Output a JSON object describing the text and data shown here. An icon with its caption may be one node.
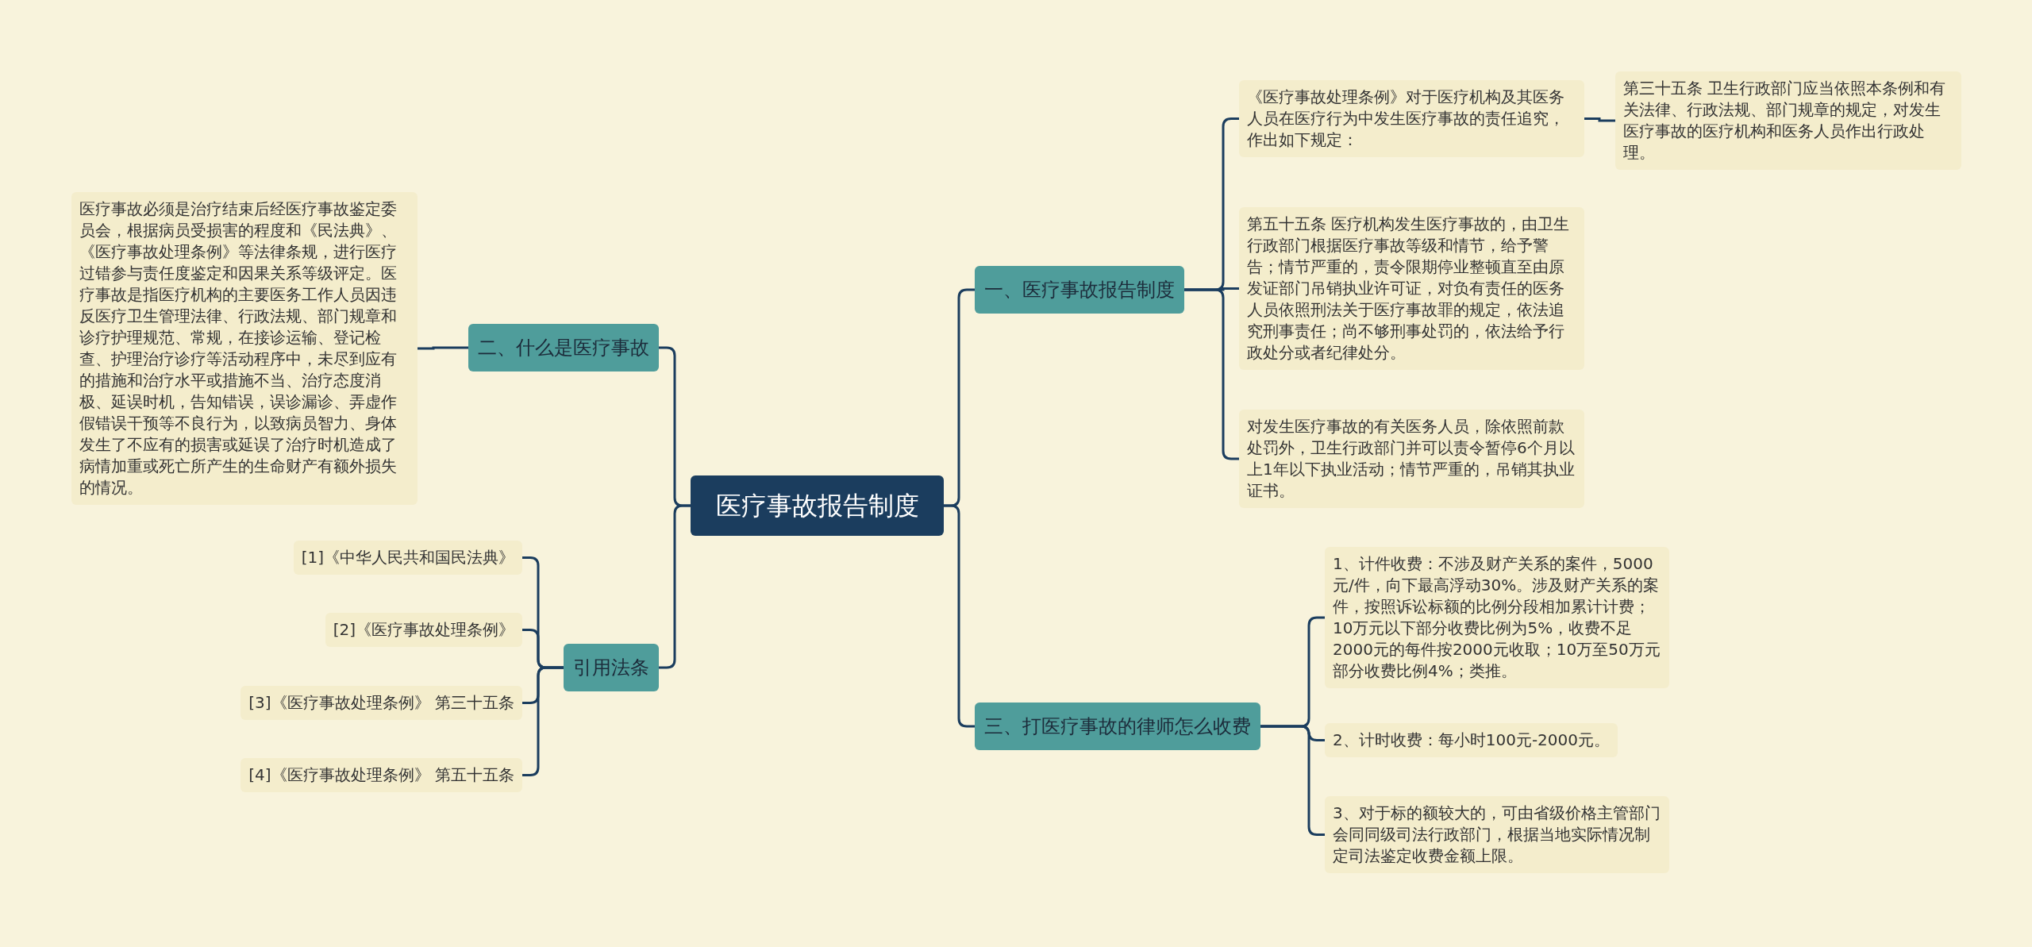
{
  "diagram": {
    "nodes": [
      {
        "text": [
          "医疗事故报告制度"
        ]
      },
      {
        "text": [
          "一、医疗事故报告制度"
        ]
      },
      {
        "text": [
          "《医疗事故处理条例》对于医疗机构及其医务人员在医疗行为中发生医疗事故的责任追究，作出如下规定："
        ]
      },
      {
        "text": [
          "第三十五条 卫生行政部门应当依照本条例和有关法律、行政法规、部门规章的规定，对发生医疗事故的医疗机构和医务人员作出行政处理。"
        ]
      },
      {
        "text": [
          "第五十五条 医疗机构发生医疗事故的，由卫生行政部门根据医疗事故等级和情节，给予警告；情节严重的，责令限期停业整顿直至由原发证部门吊销执业许可证，对负有责任的医务人员依照刑法关于医疗事故罪的规定，依法追究刑事责任；尚不够刑事处罚的，依法给予行政处分或者纪律处分。"
        ]
      },
      {
        "text": [
          "对发生医疗事故的有关医务人员，除依照前款处罚外，卫生行政部门并可以责令暂停6个月以上1年以下执业活动；情节严重的，吊销其执业证书。"
        ]
      },
      {
        "text": [
          "三、打医疗事故的律师怎么收费"
        ]
      },
      {
        "text": [
          "1、计件收费：不涉及财产关系的案件，5000元/件，向下最高浮动30%。涉及财产关系的案件，按照诉讼标额的比例分段相加累计计费；10万元以下部分收费比例为5%，收费不足2000元的每件按2000元收取；10万至50万元部分收费比例4%；类推。"
        ]
      },
      {
        "text": [
          "2、计时收费：每小时100元-2000元。"
        ]
      },
      {
        "text": [
          "3、对于标的额较大的，可由省级价格主管部门会同同级司法行政部门，根据当地实际情况制定司法鉴定收费金额上限。"
        ]
      },
      {
        "text": [
          "二、什么是医疗事故"
        ]
      },
      {
        "text": [
          "医疗事故必须是治疗结束后经医疗事故鉴定委员会，根据病员受损害的程度和《民法典》、《医疗事故处理条例》等法律条规，进行医疗过错参与责任度鉴定和因果关系等级评定。医疗事故是指医疗机构的主要医务工作人员因违反医疗卫生管理法律、行政法规、部门规章和诊疗护理规范、常规，在接诊运输、登记检查、护理治疗诊疗等活动程序中，未尽到应有的措施和治疗水平或措施不当、治疗态度消极、延误时机，告知错误，误诊漏诊、弄虚作假错误干预等不良行为，以致病员智力、身体发生了不应有的损害或延误了治疗时机造成了病情加重或死亡所产生的生命财产有额外损失的情况。"
        ]
      },
      {
        "text": [
          "引用法条"
        ]
      },
      {
        "text": [
          "[1]《中华人民共和国民法典》"
        ]
      },
      {
        "text": [
          "[2]《医疗事故处理条例》"
        ]
      },
      {
        "text": [
          "[3]《医疗事故处理条例》 第三十五条"
        ]
      },
      {
        "text": [
          "[4]《医疗事故处理条例》 第五十五条"
        ]
      }
    ],
    "edges": [
      {
        "from": 0,
        "to": 1,
        "arrow": "none"
      },
      {
        "from": 1,
        "to": 2,
        "arrow": "none"
      },
      {
        "from": 2,
        "to": 3,
        "arrow": "none"
      },
      {
        "from": 1,
        "to": 4,
        "arrow": "none"
      },
      {
        "from": 1,
        "to": 5,
        "arrow": "none"
      },
      {
        "from": 0,
        "to": 6,
        "arrow": "none"
      },
      {
        "from": 6,
        "to": 7,
        "arrow": "none"
      },
      {
        "from": 6,
        "to": 8,
        "arrow": "none"
      },
      {
        "from": 6,
        "to": 9,
        "arrow": "none"
      },
      {
        "from": 0,
        "to": 10,
        "arrow": "none"
      },
      {
        "from": 10,
        "to": 11,
        "arrow": "none"
      },
      {
        "from": 0,
        "to": 12,
        "arrow": "none"
      },
      {
        "from": 12,
        "to": 13,
        "arrow": "none"
      },
      {
        "from": 12,
        "to": 14,
        "arrow": "none"
      },
      {
        "from": 12,
        "to": 15,
        "arrow": "none"
      },
      {
        "from": 12,
        "to": 16,
        "arrow": "none"
      }
    ]
  }
}
